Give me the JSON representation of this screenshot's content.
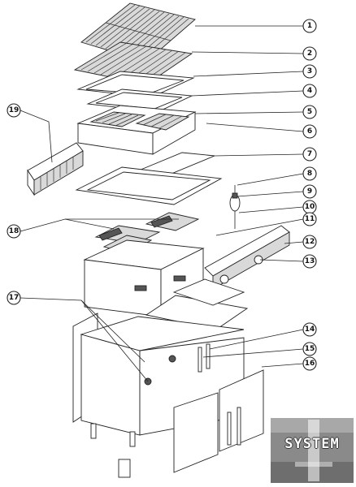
{
  "callouts": [
    {
      "id": "callout-1",
      "label": "1"
    },
    {
      "id": "callout-2",
      "label": "2"
    },
    {
      "id": "callout-3",
      "label": "3"
    },
    {
      "id": "callout-4",
      "label": "4"
    },
    {
      "id": "callout-5",
      "label": "5"
    },
    {
      "id": "callout-6",
      "label": "6"
    },
    {
      "id": "callout-7",
      "label": "7"
    },
    {
      "id": "callout-8",
      "label": "8"
    },
    {
      "id": "callout-9",
      "label": "9"
    },
    {
      "id": "callout-10",
      "label": "10"
    },
    {
      "id": "callout-11",
      "label": "11"
    },
    {
      "id": "callout-12",
      "label": "12"
    },
    {
      "id": "callout-13",
      "label": "13"
    },
    {
      "id": "callout-14",
      "label": "14"
    },
    {
      "id": "callout-15",
      "label": "15"
    },
    {
      "id": "callout-16",
      "label": "16"
    },
    {
      "id": "callout-17",
      "label": "17"
    },
    {
      "id": "callout-18",
      "label": "18"
    },
    {
      "id": "callout-19",
      "label": "19"
    }
  ],
  "logo": {
    "text": "SYSTEM",
    "color": "#8a8a8a"
  }
}
